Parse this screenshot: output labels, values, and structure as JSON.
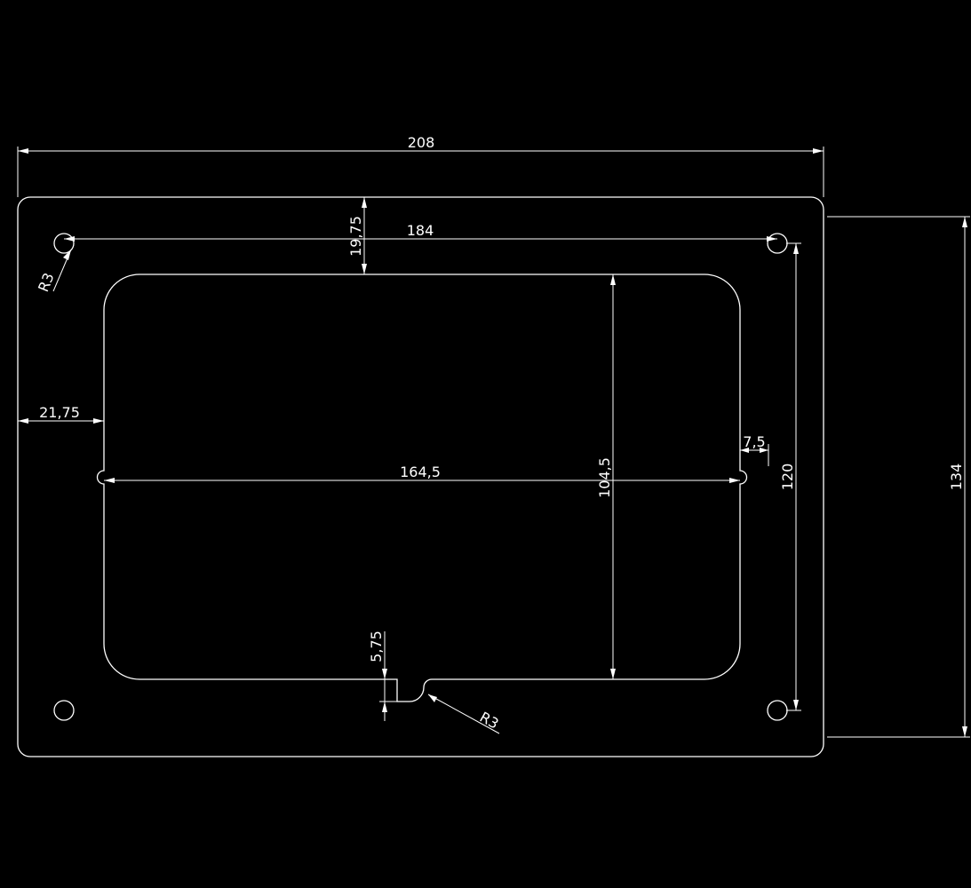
{
  "drawing": {
    "stroke_color": "#ffffff",
    "background_color": "#000000",
    "dimensions": {
      "overall_width": "208",
      "overall_height": "134",
      "hole_spacing_horizontal": "184",
      "hole_spacing_vertical": "120",
      "cutout_width": "164,5",
      "cutout_height": "104,5",
      "top_margin": "19,75",
      "left_margin": "21,75",
      "slot_depth": "7,5",
      "notch_depth": "5,75",
      "hole_radius": "R3",
      "notch_radius": "R3"
    }
  }
}
